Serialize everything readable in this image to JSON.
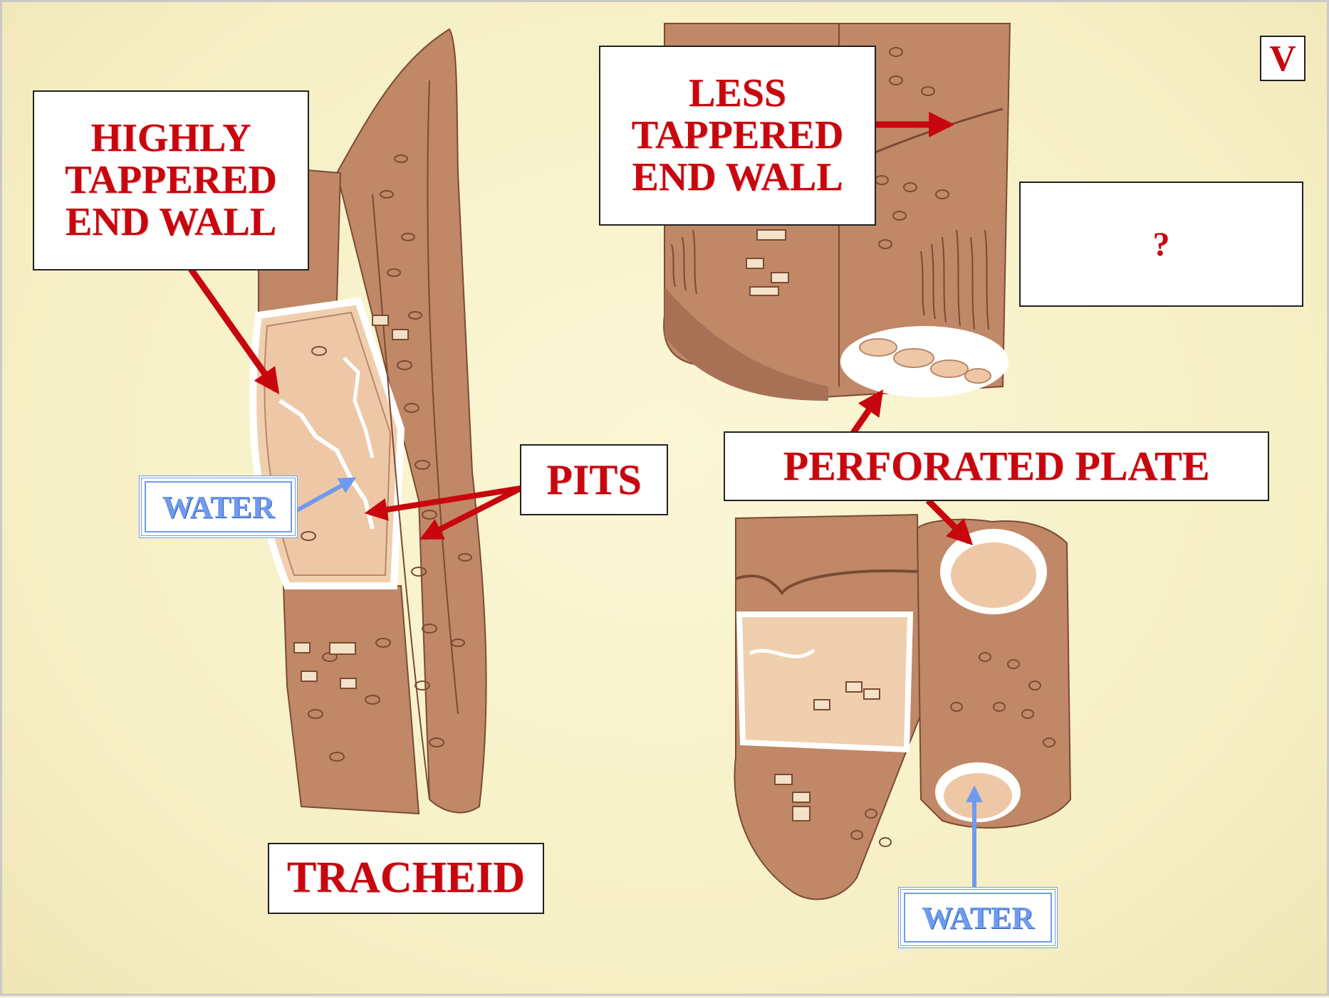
{
  "labels": {
    "highly_tappered": "HIGHLY TAPPERED END WALL",
    "less_tappered": "LESS TAPPERED END WALL",
    "pits": "PITS",
    "perforated_plate": "PERFORATED PLATE",
    "tracheid": "TRACHEID",
    "water_left": "WATER",
    "water_right": "WATER",
    "question": "?",
    "corner_mark": "V"
  },
  "colors": {
    "background": "#f7f1c7",
    "cell_fill": "#c08867",
    "cell_light": "#eec8a6",
    "label_text": "#c8060e",
    "arrow_red": "#c8060e",
    "arrow_blue": "#6f9bef"
  }
}
